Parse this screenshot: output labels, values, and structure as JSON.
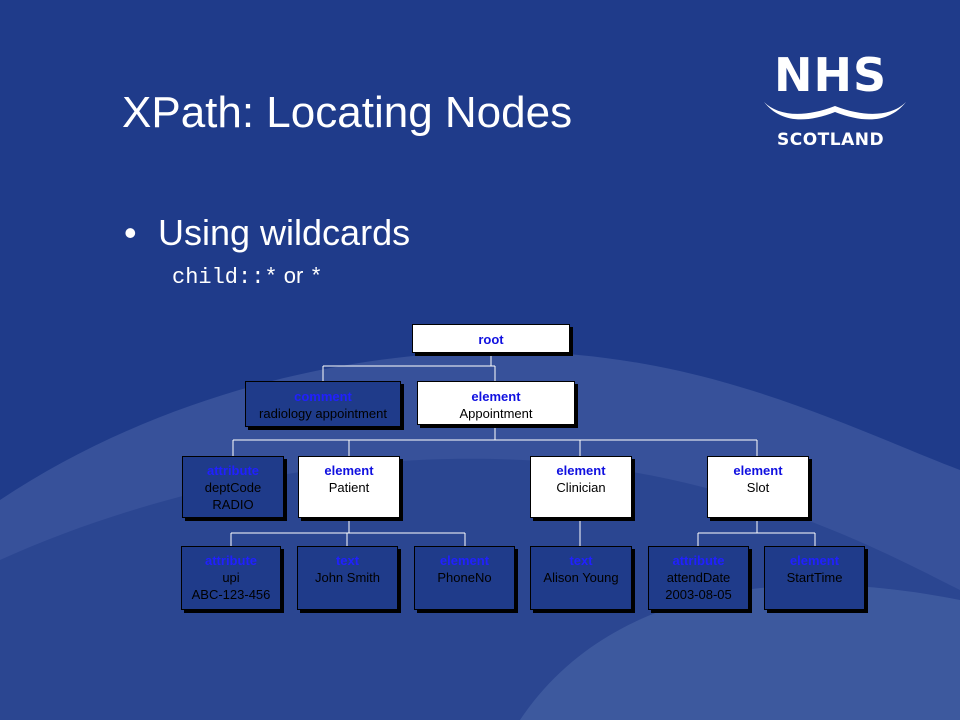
{
  "slide": {
    "title": "XPath: Locating Nodes",
    "bullet": "Using wildcards",
    "code_axis": "child::*",
    "code_or": "or",
    "code_star": "*"
  },
  "logo": {
    "nhs": "NHS",
    "scotland": "SCOTLAND"
  },
  "colors": {
    "background": "#1f3b8a",
    "node_white": "#ffffff",
    "node_type_text": "#1010e0",
    "edge": "#ffffff"
  },
  "tree": {
    "root": {
      "type": "root",
      "lines": []
    },
    "comment": {
      "type": "comment",
      "lines": [
        "radiology appointment"
      ]
    },
    "appointment": {
      "type": "element",
      "lines": [
        "Appointment"
      ]
    },
    "deptcode": {
      "type": "attribute",
      "lines": [
        "deptCode",
        "RADIO"
      ]
    },
    "patient": {
      "type": "element",
      "lines": [
        "Patient"
      ]
    },
    "clinician": {
      "type": "element",
      "lines": [
        "Clinician"
      ]
    },
    "slot": {
      "type": "element",
      "lines": [
        "Slot"
      ]
    },
    "upi": {
      "type": "attribute",
      "lines": [
        "upi",
        "ABC-123-456"
      ]
    },
    "johnsmith": {
      "type": "text",
      "lines": [
        "John Smith"
      ]
    },
    "phoneno": {
      "type": "element",
      "lines": [
        "PhoneNo"
      ]
    },
    "alisonyoung": {
      "type": "text",
      "lines": [
        "Alison Young"
      ]
    },
    "attenddate": {
      "type": "attribute",
      "lines": [
        "attendDate",
        "2003-08-05"
      ]
    },
    "starttime": {
      "type": "element",
      "lines": [
        "StartTime"
      ]
    }
  }
}
